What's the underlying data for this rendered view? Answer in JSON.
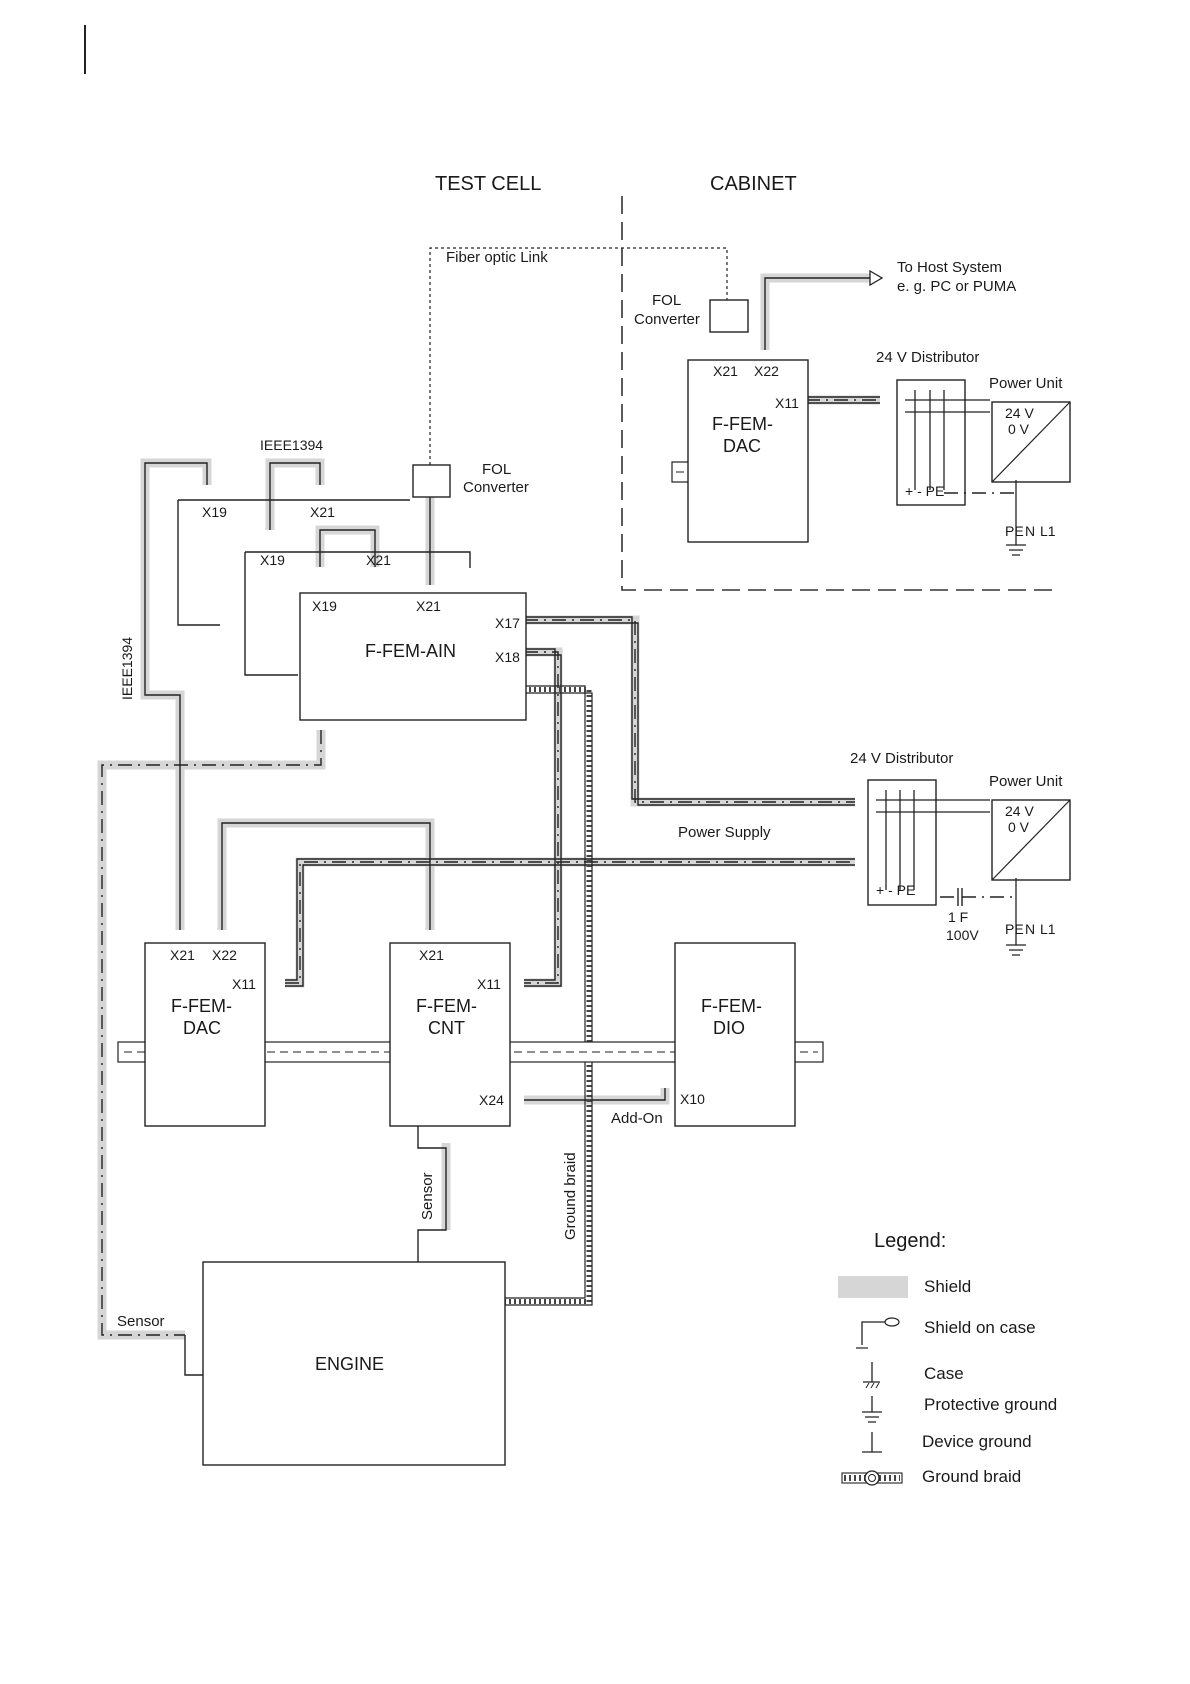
{
  "regions": {
    "test_cell": "TEST CELL",
    "cabinet": "CABINET"
  },
  "links": {
    "fiber_optic": "Fiber optic Link",
    "to_host_line1": "To Host System",
    "to_host_line2": "e. g. PC or PUMA",
    "ieee_top": "IEEE1394",
    "ieee_side": "IEEE1394",
    "power_supply": "Power Supply",
    "add_on": "Add-On",
    "ground_braid": "Ground braid",
    "sensor_vertical": "Sensor",
    "sensor_left": "Sensor"
  },
  "fol_converters": [
    {
      "line1": "FOL",
      "line2": "Converter"
    },
    {
      "line1": "FOL",
      "line2": "Converter"
    }
  ],
  "modules": {
    "dac_cabinet": {
      "line1": "F-FEM-",
      "line2": "DAC",
      "pins": [
        "X21",
        "X22",
        "X11"
      ]
    },
    "ain": {
      "name": "F-FEM-AIN",
      "pins": [
        "X19",
        "X21",
        "X17",
        "X18"
      ]
    },
    "dac": {
      "line1": "F-FEM-",
      "line2": "DAC",
      "pins": [
        "X21",
        "X22",
        "X11"
      ]
    },
    "cnt": {
      "line1": "F-FEM-",
      "line2": "CNT",
      "pins": [
        "X21",
        "X11",
        "X24"
      ]
    },
    "dio": {
      "line1": "F-FEM-",
      "line2": "DIO",
      "pins": [
        "X10"
      ]
    },
    "engine": {
      "name": "ENGINE"
    }
  },
  "hub_pins": {
    "upper": [
      "X19",
      "X21"
    ],
    "lower": [
      "X19",
      "X21"
    ]
  },
  "distributors": [
    {
      "label": "24 V Distributor",
      "terminals": "+  -  PE"
    },
    {
      "label": "24 V Distributor",
      "terminals": "+  -  PE"
    }
  ],
  "power_units": [
    {
      "label": "Power Unit",
      "v24": "24 V",
      "v0": "0 V",
      "pe": "PE",
      "n": "N",
      "l1": "L1"
    },
    {
      "label": "Power Unit",
      "v24": "24 V",
      "v0": "0 V",
      "pe": "PE",
      "n": "N",
      "l1": "L1"
    }
  ],
  "capacitor": {
    "line1": "1   F",
    "line2": "100V"
  },
  "legend": {
    "title": "Legend:",
    "items": [
      {
        "symbol": "shield-swatch",
        "label": "Shield"
      },
      {
        "symbol": "shield-on-case-icon",
        "label": "Shield on case"
      },
      {
        "symbol": "case-ground-icon",
        "label": "Case"
      },
      {
        "symbol": "protective-ground-icon",
        "label": "Protective ground"
      },
      {
        "symbol": "device-ground-icon",
        "label": "Device ground"
      },
      {
        "symbol": "ground-braid-icon",
        "label": "Ground braid"
      }
    ]
  }
}
